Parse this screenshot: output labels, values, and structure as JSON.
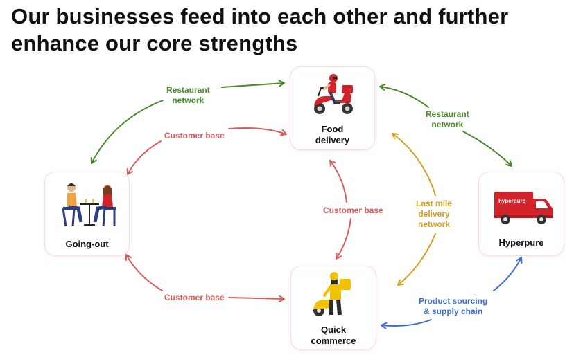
{
  "title": {
    "line1": "Our businesses feed into each other and further",
    "line2": "enhance our core strengths"
  },
  "nodes": {
    "food_delivery": {
      "line1": "Food",
      "line2": "delivery"
    },
    "going_out": {
      "label": "Going-out"
    },
    "hyperpure": {
      "label": "Hyperpure",
      "truck_brand": "hyperpure"
    },
    "quick_commerce": {
      "line1": "Quick",
      "line2": "commerce"
    }
  },
  "edges": {
    "restaurant_network_left": {
      "line1": "Restaurant",
      "line2": "network"
    },
    "customer_base_top_left": {
      "label": "Customer base"
    },
    "restaurant_network_right": {
      "line1": "Restaurant",
      "line2": "network"
    },
    "customer_base_center": {
      "label": "Customer base"
    },
    "last_mile": {
      "line1": "Last mile",
      "line2": "delivery",
      "line3": "network"
    },
    "customer_base_bottom_left": {
      "label": "Customer base"
    },
    "product_sourcing": {
      "line1": "Product sourcing",
      "line2": "& supply chain"
    }
  },
  "colors": {
    "restaurant_network": "#4a8a2a",
    "customer_base": "#d95c5c",
    "last_mile": "#d4a023",
    "product_sourcing": "#3a6fd1",
    "node_border": "#f6dcd6"
  }
}
